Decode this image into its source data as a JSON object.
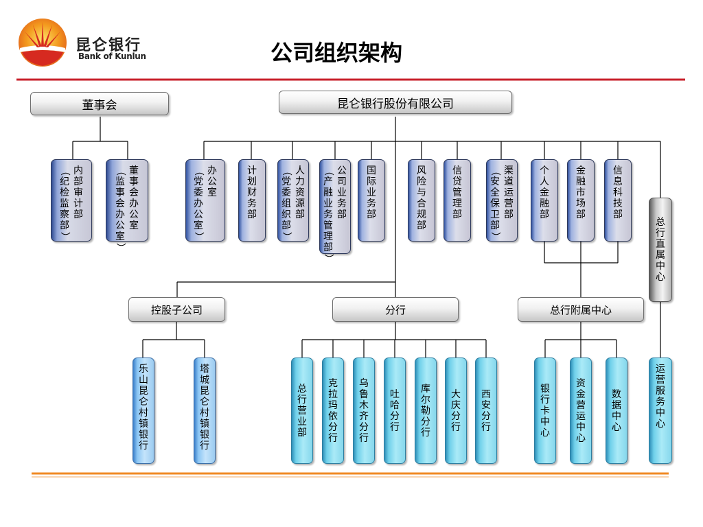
{
  "header": {
    "logo_cn": "昆仑银行",
    "logo_en": "Bank of Kunlun",
    "title": "公司组织架构"
  },
  "colors": {
    "top_rule": "#c8202b",
    "bottom_rule": "#f08a24",
    "logo_red": "#d62a20",
    "logo_orange": "#f39a1e"
  },
  "top": {
    "board": "董事会",
    "company": "昆仑银行股份有限公司"
  },
  "board_units": [
    {
      "lines": [
        "内部审计部",
        "（纪检监察部）"
      ]
    },
    {
      "lines": [
        "董事会办公室",
        "（监事会办公室）"
      ]
    }
  ],
  "departments": [
    {
      "lines": [
        "办公室",
        "（党委办公室）"
      ]
    },
    {
      "lines": [
        "计划财务部"
      ]
    },
    {
      "lines": [
        "人力资源部",
        "（党委组织部）"
      ]
    },
    {
      "lines": [
        "公司业务部",
        "（产融业务管理部）"
      ]
    },
    {
      "lines": [
        "国际业务部"
      ]
    },
    {
      "lines": [
        "风险与合规部"
      ]
    },
    {
      "lines": [
        "信贷管理部"
      ]
    },
    {
      "lines": [
        "渠道运营部",
        "（安全保卫部）"
      ]
    },
    {
      "lines": [
        "个人金融部"
      ]
    },
    {
      "lines": [
        "金融市场部"
      ]
    },
    {
      "lines": [
        "信息科技部"
      ]
    }
  ],
  "direct_center": "总行直属中心",
  "groups": {
    "subsidiaries": "控股子公司",
    "branches": "分行",
    "affiliated": "总行附属中心"
  },
  "subsidiaries": [
    "乐山昆仑村镇银行",
    "塔城昆仑村镇银行"
  ],
  "branches": [
    "总行营业部",
    "克拉玛依分行",
    "乌鲁木齐分行",
    "吐哈分行",
    "库尔勒分行",
    "大庆分行",
    "西安分行"
  ],
  "affiliated_centers": [
    "银行卡中心",
    "资金营运中心",
    "数据中心"
  ],
  "direct_centers": [
    "运营服务中心"
  ]
}
